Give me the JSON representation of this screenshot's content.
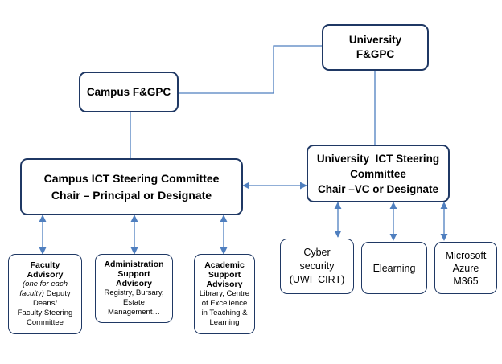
{
  "nodes": {
    "university_fgpc": {
      "lines": [
        "University",
        "F&GPC"
      ]
    },
    "campus_fgpc": {
      "lines": [
        "Campus F&GPC"
      ]
    },
    "campus_ict": {
      "lines": [
        "Campus ICT Steering Committee",
        "Chair – Principal or Designate"
      ]
    },
    "university_ict": {
      "lines": [
        "University  ICT Steering",
        "Committee",
        "Chair –VC or Designate"
      ]
    },
    "faculty_advisory": {
      "title": [
        "Faculty",
        "Advisory"
      ],
      "italic": [
        "(one for each",
        "faculty)"
      ],
      "body": [
        "Deputy",
        "Deans/",
        "Faculty Steering",
        "Committee"
      ]
    },
    "admin_support": {
      "title": [
        "Administration",
        "Support",
        "Advisory"
      ],
      "body": [
        "Registry, Bursary,",
        "Estate",
        "Management…"
      ]
    },
    "academic_support": {
      "title": [
        "Academic",
        "Support",
        "Advisory"
      ],
      "body": [
        "Library, Centre",
        "of Excellence",
        "in Teaching &",
        "Learning"
      ]
    },
    "cyber_security": {
      "lines": [
        "Cyber",
        "security",
        "(UWI  CIRT)"
      ]
    },
    "elearning": {
      "lines": [
        "Elearning"
      ]
    },
    "microsoft_azure": {
      "lines": [
        "Microsoft",
        "Azure",
        "M365"
      ]
    }
  },
  "colors": {
    "border": "#1f3864",
    "line": "#4f7fbf",
    "text": "#000000"
  }
}
